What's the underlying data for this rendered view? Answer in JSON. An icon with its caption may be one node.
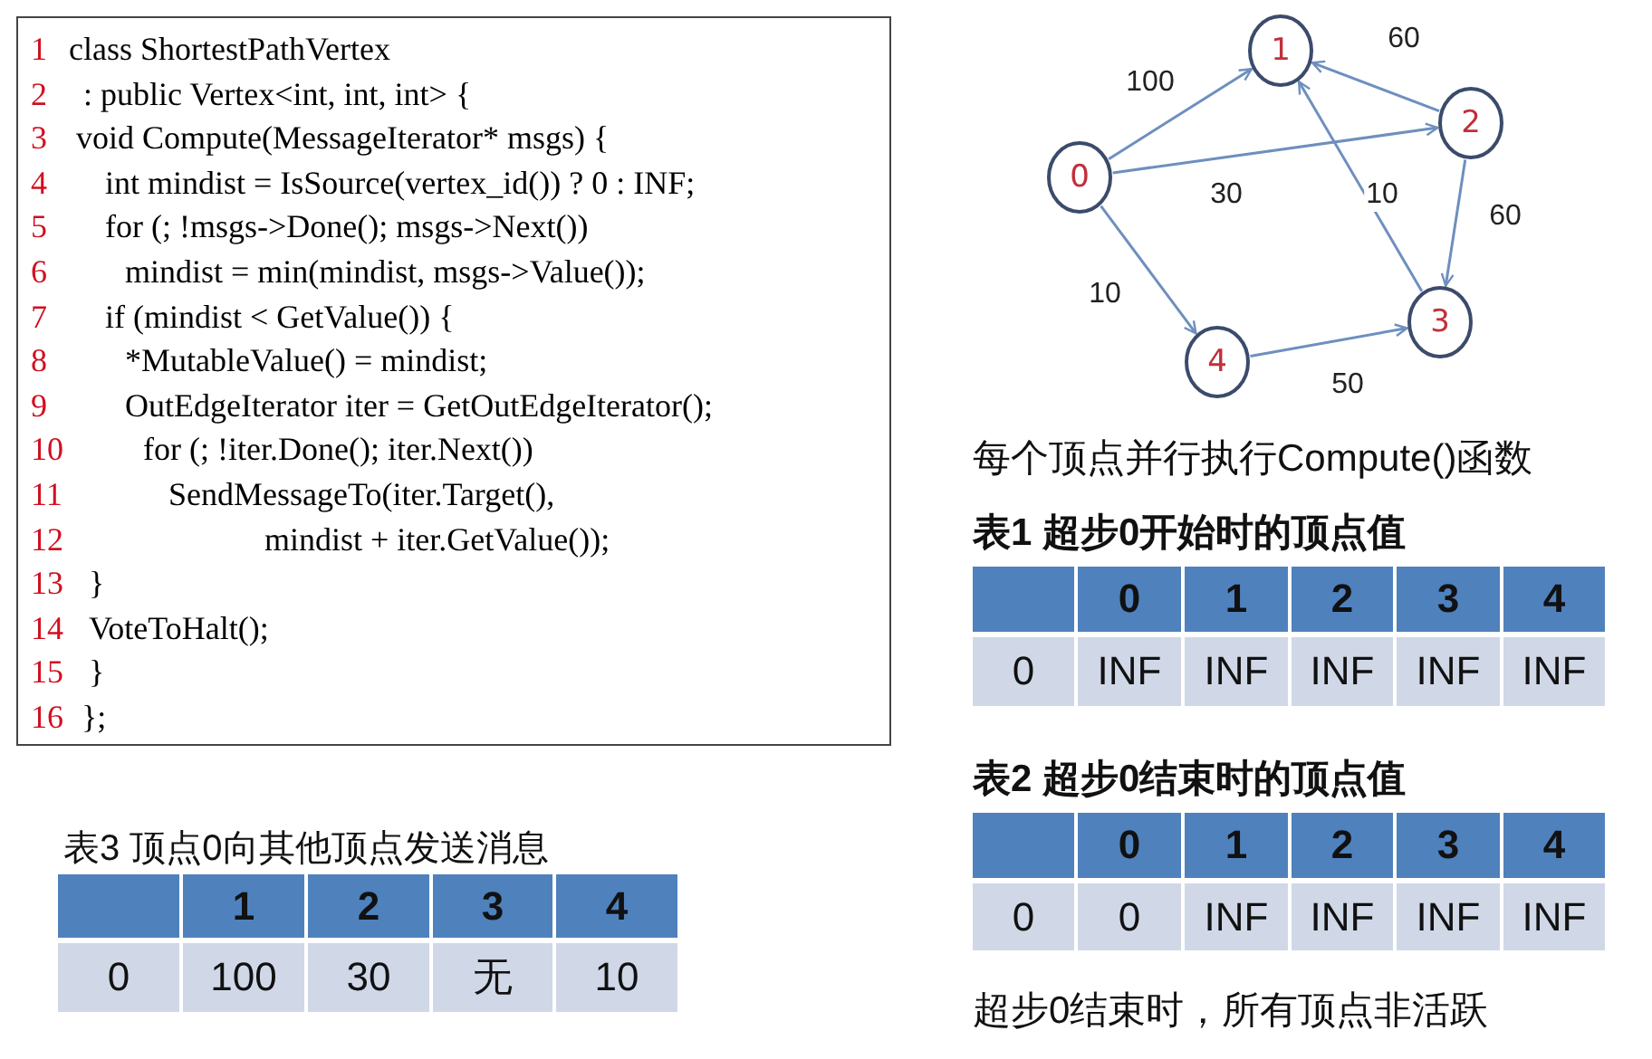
{
  "diagram": {
    "nodes": [
      {
        "text": [
          "1",
          "class ShortestPathVertex",
          "2",
          ": public Vertex<int, int, int> {",
          "3",
          "void Compute(MessageIterator* msgs) {",
          "4",
          "int mindist = IsSource(vertex_id()) ? 0 : INF;",
          "5",
          "for (; !msgs->Done(); msgs->Next())",
          "6",
          "mindist = min(mindist, msgs->Value());",
          "7",
          "if (mindist < GetValue()) {",
          "8",
          "*MutableValue() = mindist;",
          "9",
          "OutEdgeIterator iter = GetOutEdgeIterator();",
          "10",
          "for (; !iter.Done(); iter.Next())",
          "11",
          "SendMessageTo(iter.Target(),",
          "12",
          "mindist + iter.GetValue());",
          "13",
          "}",
          "14",
          "VoteToHalt();",
          "15",
          "}",
          "16",
          "};"
        ]
      },
      {
        "text": [
          "0"
        ]
      },
      {
        "text": [
          "1"
        ]
      },
      {
        "text": [
          "2"
        ]
      },
      {
        "text": [
          "3"
        ]
      },
      {
        "text": [
          "4"
        ]
      }
    ],
    "edges": [
      {
        "from": 1,
        "to": 2,
        "arrow": "to",
        "label": "100"
      },
      {
        "from": 3,
        "to": 2,
        "arrow": "to",
        "label": "60"
      },
      {
        "from": 1,
        "to": 3,
        "arrow": "to",
        "label": "30"
      },
      {
        "from": 4,
        "to": 2,
        "arrow": "to",
        "label": "10"
      },
      {
        "from": 3,
        "to": 4,
        "arrow": "to",
        "label": "60"
      },
      {
        "from": 1,
        "to": 5,
        "arrow": "to",
        "label": "10"
      },
      {
        "from": 5,
        "to": 4,
        "arrow": "to",
        "label": "50"
      }
    ],
    "labels": [
      "每个顶点并行执行Compute()函数",
      "表1 超步0开始时的顶点值",
      "0",
      "1",
      "2",
      "3",
      "4",
      "0",
      "INF",
      "INF",
      "INF",
      "INF",
      "INF",
      "表2  超步0结束时的顶点值",
      "0",
      "1",
      "2",
      "3",
      "4",
      "0",
      "0",
      "INF",
      "INF",
      "INF",
      "INF",
      "超步0结束时，所有顶点非活跃",
      "表3  顶点0向其他顶点发送消息",
      "1",
      "2",
      "3",
      "4",
      "0",
      "100",
      "30",
      "无",
      "10"
    ]
  }
}
